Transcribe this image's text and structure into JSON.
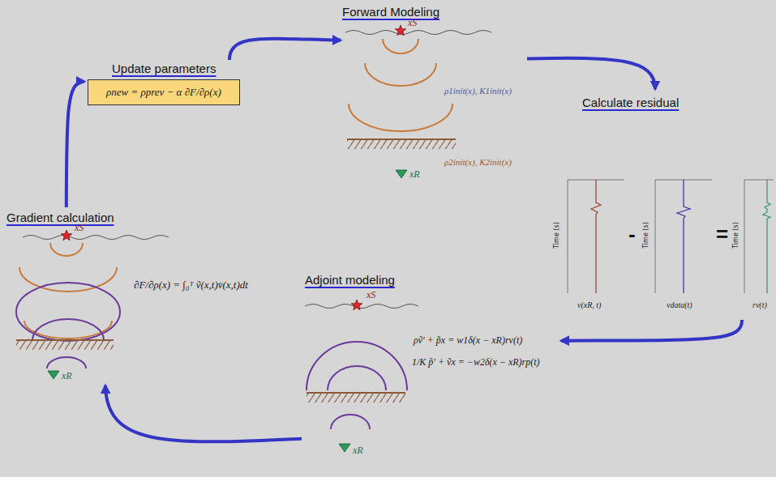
{
  "diagram": {
    "nodes": [
      {
        "text": [
          "Forward Modeling"
        ]
      },
      {
        "text": [
          "Update parameters",
          "ρnew = ρprev − α ∂F/∂ρ(x)"
        ]
      },
      {
        "text": [
          "Calculate residual"
        ]
      },
      {
        "text": [
          "Gradient calculation",
          "∂F/∂ρ(x) = ∫₀ᵀ ṽ(x,t)v̇(x,t)dt"
        ]
      },
      {
        "text": [
          "Adjoint modeling",
          "ρṽ′ + p̃x = w1δ(x − xR)rv(t)",
          "1/K p̃′ + ṽx = −w2δ(x − xR)rp(t)"
        ]
      }
    ],
    "edges": [
      {
        "from": 1,
        "to": 0,
        "arrow": "to"
      },
      {
        "from": 0,
        "to": 2,
        "arrow": "to"
      },
      {
        "from": 2,
        "to": 4,
        "arrow": "to"
      },
      {
        "from": 4,
        "to": 3,
        "arrow": "to"
      },
      {
        "from": 3,
        "to": 1,
        "arrow": "to"
      }
    ],
    "labels": [
      "xS",
      "ρ1init(x), K1init(x)",
      "ρ2init(x), K2init(x)",
      "xR",
      "Time (s)",
      "-",
      "Time (s)",
      "=",
      "Time (s)",
      "v(xR, t)",
      "vdata(t)",
      "rv(t)",
      "xS",
      "xR",
      "xS",
      "xR"
    ]
  }
}
